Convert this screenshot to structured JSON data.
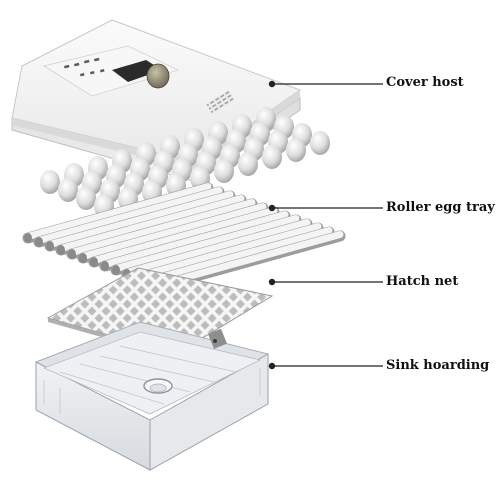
{
  "callouts": [
    {
      "id": "cover",
      "label": "Cover host"
    },
    {
      "id": "roller",
      "label": "Roller egg tray"
    },
    {
      "id": "net",
      "label": "Hatch net"
    },
    {
      "id": "sink",
      "label": "Sink hoarding"
    }
  ],
  "colors": {
    "line": "#222222",
    "cover_body": "#f4f4f4",
    "tray_plastic": "#e8eaec"
  }
}
